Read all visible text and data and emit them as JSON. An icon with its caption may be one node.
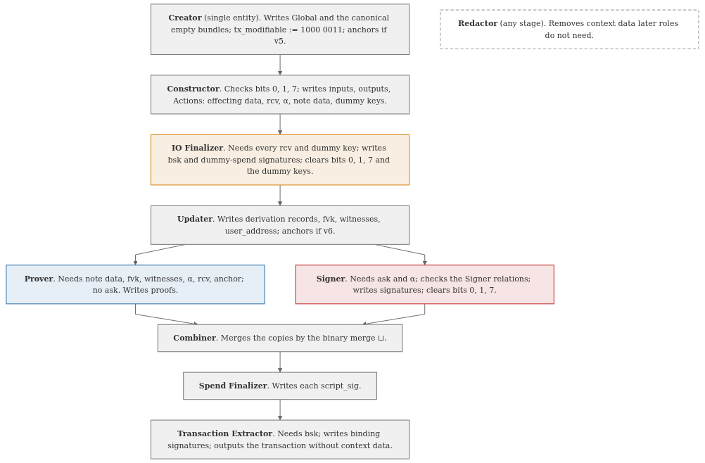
{
  "diagram": {
    "nodes": [
      {
        "text": [
          "**Creator** (single entity). Writes Global and the canonical empty bundles; tx_modifiable := 1000 0011; anchors if v5."
        ]
      },
      {
        "text": [
          "**Constructor**. Checks bits 0, 1, 7; writes inputs, outputs, Actions: effecting data, rcv, α, note data, dummy keys."
        ]
      },
      {
        "text": [
          "**IO Finalizer**. Needs every rcv and dummy key; writes bsk and dummy-spend signatures; clears bits 0, 1, 7 and the dummy keys."
        ]
      },
      {
        "text": [
          "**Redactor** (any stage). Removes context data later roles do not need."
        ]
      },
      {
        "text": [
          "**Updater**. Writes derivation records, fvk, witnesses, user_address; anchors if v6."
        ]
      },
      {
        "text": [
          "**Prover**. Needs note data, fvk, witnesses, α, rcv, anchor; no ask. Writes proofs."
        ]
      },
      {
        "text": [
          "**Signer**. Needs ask and α; checks the Signer relations; writes signatures; clears bits 0, 1, 7."
        ]
      },
      {
        "text": [
          "**Combiner**. Merges the copies by the binary merge ⊔."
        ]
      },
      {
        "text": [
          "**Spend Finalizer**. Writes each script_sig."
        ]
      },
      {
        "text": [
          "**Transaction Extractor**. Needs bsk; writes binding signatures; outputs the transaction without context data."
        ]
      }
    ],
    "edges": [
      {
        "from": 0,
        "to": 1,
        "arrow": "to"
      },
      {
        "from": 1,
        "to": 2,
        "arrow": "to"
      },
      {
        "from": 2,
        "to": 4,
        "arrow": "to"
      },
      {
        "from": 4,
        "to": 5,
        "arrow": "to"
      },
      {
        "from": 4,
        "to": 6,
        "arrow": "to"
      },
      {
        "from": 5,
        "to": 7,
        "arrow": "to"
      },
      {
        "from": 6,
        "to": 7,
        "arrow": "to"
      },
      {
        "from": 7,
        "to": 8,
        "arrow": "to"
      },
      {
        "from": 8,
        "to": 9,
        "arrow": "to"
      }
    ]
  }
}
